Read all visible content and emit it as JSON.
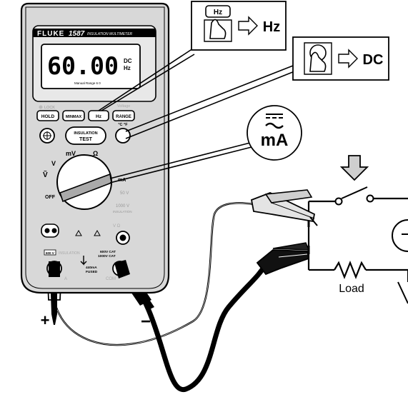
{
  "meter": {
    "brand": "FLUKE",
    "model": "1587",
    "subtitle": "INSULATION MULTIMETER",
    "display": {
      "reading": "60.00",
      "unit_dc": "DC",
      "unit_hz": "Hz",
      "range_text": "Manual Range 6  0"
    },
    "lock_label": "LOCK",
    "voltage_label": "Voltage",
    "buttons": {
      "hold": "HOLD",
      "minmax": "MINMAX",
      "hz": "Hz",
      "range": "RANGE",
      "temp": "°C °F",
      "insulation_test_line1": "INSULATION",
      "insulation_test_line2": "TEST"
    },
    "dial": {
      "off": "OFF",
      "v_ac": "Ṽ",
      "v_dc": "V",
      "mv": "mV",
      "ohm": "Ω",
      "ma": "mA",
      "v50": "50 V",
      "v1000": "1000 V",
      "insulation": "INSULATION"
    },
    "jacks": {
      "insulation_label": "INSULATION",
      "v_label": "V Ω",
      "cat_line1": "600V CAT",
      "cat_line2": "1000V CAT",
      "fuse_line1": "440mA",
      "fuse_line2": "FUSED",
      "com": "COM",
      "a": "A",
      "hazard_rating": "600 V"
    }
  },
  "callouts": {
    "hz_button_text": "Hz",
    "hz_result": "Hz",
    "dc_result": "DC",
    "ma_symbol": "mA"
  },
  "circuit": {
    "load_label": "Load"
  },
  "probes": {
    "plus": "+",
    "minus": "−"
  },
  "colors": {
    "meter_gray": "#d8d8d8",
    "bezel": "#e8e8e8",
    "display_bg": "#ffffff",
    "line": "#000000",
    "pointer_gray": "#aaaaaa"
  }
}
